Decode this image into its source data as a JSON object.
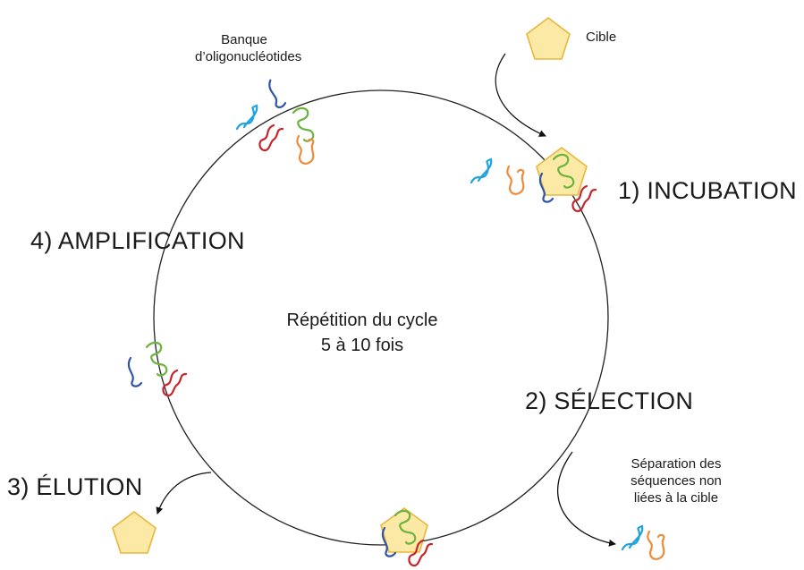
{
  "labels": {
    "library_line1": "Banque",
    "library_line2": "d’oligonucléotides",
    "target": "Cible",
    "step1": "1) INCUBATION",
    "step2": "2) SÉLECTION",
    "step3": "3) ÉLUTION",
    "step4": "4) AMPLIFICATION",
    "center_line1": "Répétition du cycle",
    "center_line2": "5 à 10 fois",
    "separation_line1": "Séparation des",
    "separation_line2": "séquences non",
    "separation_line3": "liées à la cible"
  },
  "colors": {
    "target_fill": "#fde9a6",
    "target_stroke": "#e8b73a",
    "strand_blue": "#2f54a8",
    "strand_cyan": "#1ea3df",
    "strand_green": "#6cb33f",
    "strand_red": "#c8242b",
    "strand_orange": "#ee8b3a",
    "cycle_line": "#222222"
  }
}
